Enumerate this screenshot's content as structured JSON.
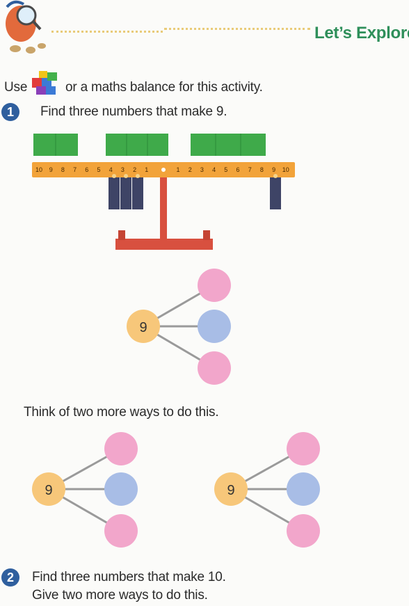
{
  "header": {
    "title": "Let’s Explore",
    "mascot_icon": "magnifier-mascot-icon"
  },
  "intro": {
    "prefix": "Use",
    "suffix": "or a maths balance for this activity.",
    "cubes_icon": "linking-cubes-icon"
  },
  "q1": {
    "number": "1",
    "text": "Find three numbers that make 9.",
    "balance": {
      "left_ticks": [
        "10",
        "9",
        "8",
        "7",
        "6",
        "5",
        "4",
        "3",
        "2",
        "1"
      ],
      "right_ticks": [
        "1",
        "2",
        "3",
        "4",
        "5",
        "6",
        "7",
        "8",
        "9",
        "10"
      ]
    },
    "bond_whole": "9",
    "prompt": "Think of two more ways to do this.",
    "extra_bonds": [
      {
        "whole": "9"
      },
      {
        "whole": "9"
      }
    ]
  },
  "q2": {
    "number": "2",
    "line1": "Find three numbers that make 10.",
    "line2": "Give two more ways to do this."
  },
  "colors": {
    "accent_green": "#2e8f5a",
    "question_badge": "#2f5f9e",
    "whole_circle": "#f7c77a",
    "part_pink": "#f2a6cb",
    "part_blue": "#a8bde6",
    "balance_bar": "#f2a33a",
    "stand": "#d8503f"
  }
}
